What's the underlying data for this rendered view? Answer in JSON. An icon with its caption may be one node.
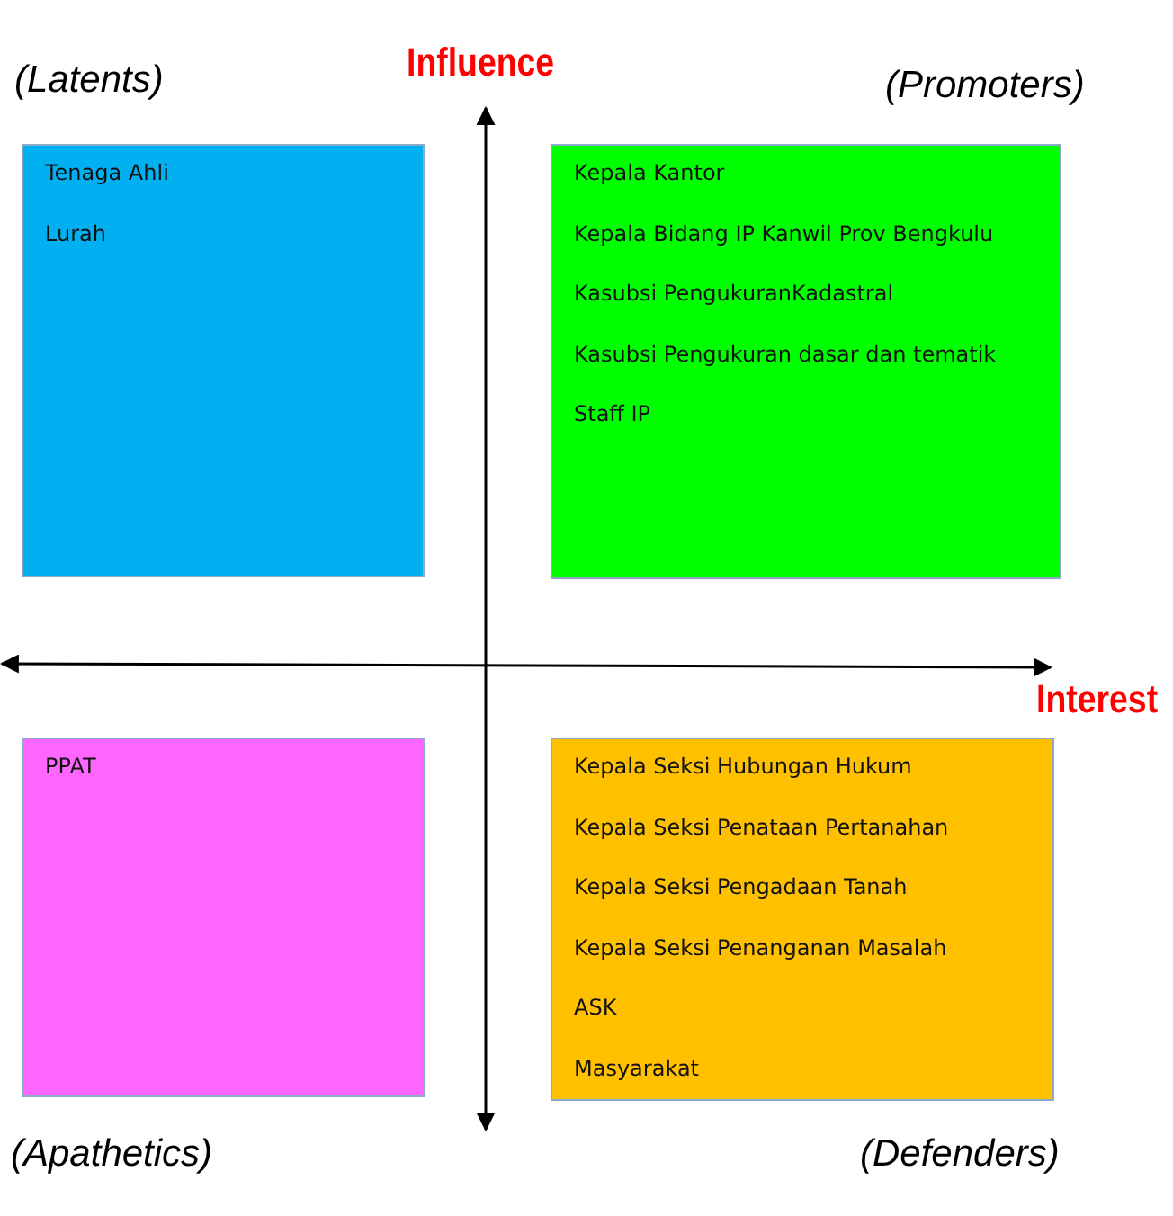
{
  "diagram": {
    "nodes": [
      {
        "text": [
          "Tenaga Ahli",
          "Lurah"
        ]
      },
      {
        "text": [
          "Kepala Kantor",
          "Kepala Bidang IP Kanwil Prov Bengkulu",
          "Kasubsi PengukuranKadastral",
          "Kasubsi Pengukuran dasar dan tematik",
          "Staff IP"
        ]
      },
      {
        "text": [
          "PPAT"
        ]
      },
      {
        "text": [
          "Kepala Seksi Hubungan Hukum",
          "Kepala Seksi Penataan Pertanahan",
          "Kepala Seksi Pengadaan Tanah",
          "Kepala Seksi Penanganan Masalah",
          "ASK",
          "Masyarakat"
        ]
      }
    ],
    "edges": [],
    "labels": [
      "(Latents)",
      "Influence",
      "(Promoters)",
      "Interest",
      "(Apathetics)",
      "(Defenders)"
    ]
  }
}
